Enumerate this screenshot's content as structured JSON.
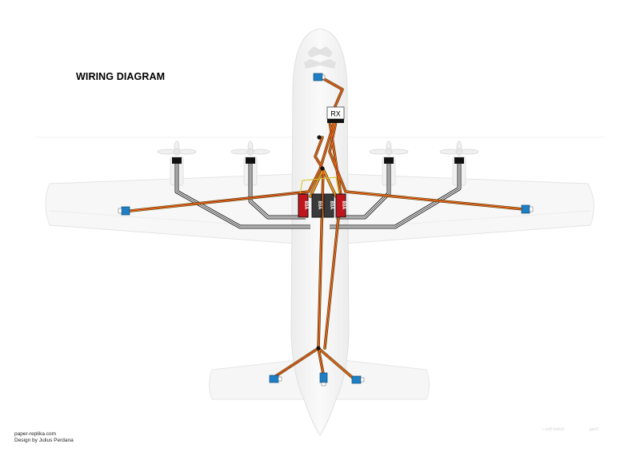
{
  "title": "WIRING DIAGRAM",
  "receiver_label": "RX",
  "escs": [
    {
      "label": "80A",
      "color": "#c0151d"
    },
    {
      "label": "80A",
      "color": "#3a3a3a"
    },
    {
      "label": "80A",
      "color": "#3a3a3a"
    },
    {
      "label": "80A",
      "color": "#c0151d"
    }
  ],
  "credits": {
    "site": "paper-replika.com",
    "designer": "Design by Julius Perdana"
  },
  "faint_labels": [
    "Select Box »",
    "Drag"
  ],
  "colors": {
    "servo": "#1e7fc4",
    "wire_orange": "#e8951c",
    "wire_red": "#c0151d",
    "wire_brown": "#5a3a12",
    "airframe": "#f6f6f6",
    "outline": "#e2e2e2"
  }
}
